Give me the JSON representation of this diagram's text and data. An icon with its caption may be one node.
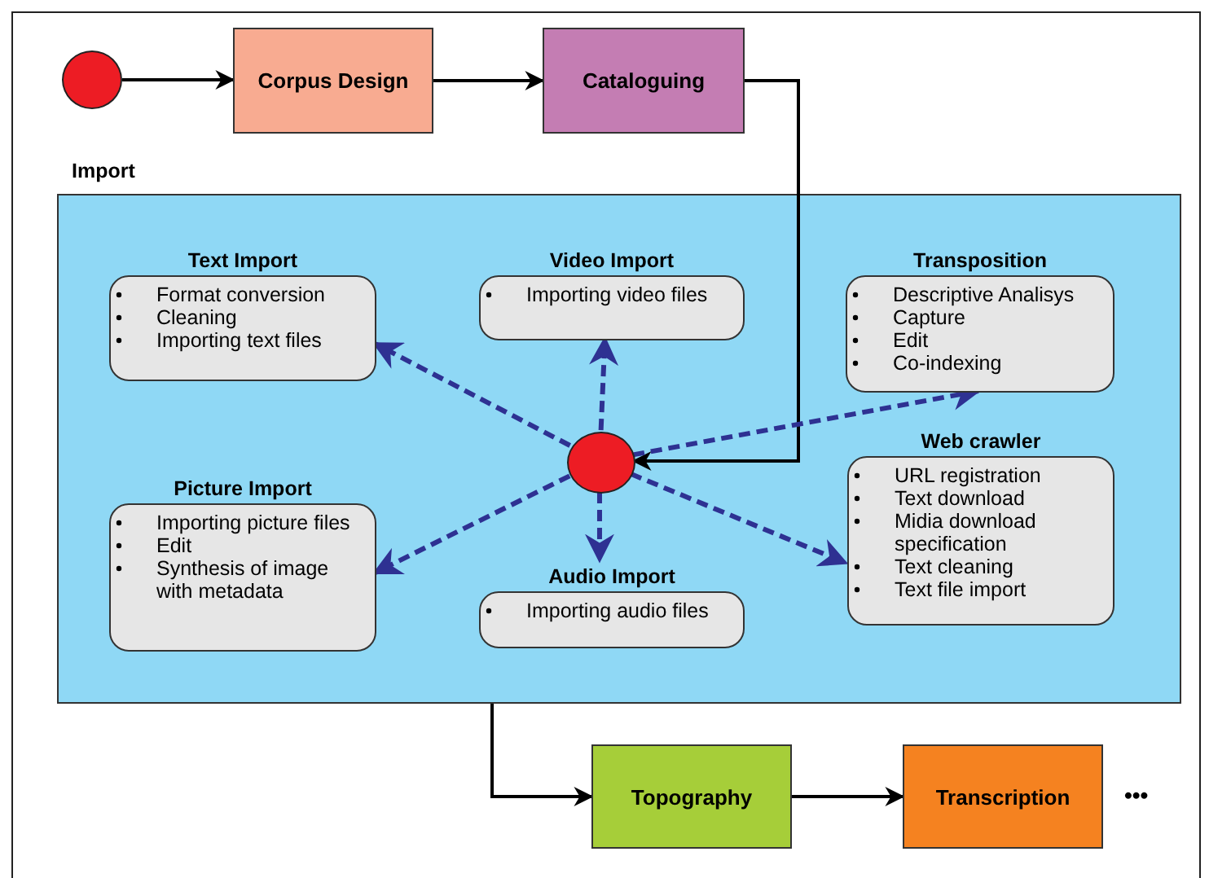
{
  "diagram": {
    "nodes": [
      {
        "text": [],
        "shape": "circle"
      },
      {
        "text": [
          "Corpus Design"
        ]
      },
      {
        "text": [
          "Cataloguing"
        ]
      },
      {
        "text": [
          "Import"
        ]
      },
      {
        "text": [],
        "shape": "circle",
        "in": 3
      },
      {
        "text": [
          "Text Import",
          "Format conversion",
          "Cleaning",
          "Importing text files"
        ],
        "in": 3
      },
      {
        "text": [
          "Video Import",
          "Importing video files"
        ],
        "in": 3
      },
      {
        "text": [
          "Transposition",
          "Descriptive Analisys",
          "Capture",
          "Edit",
          "Co-indexing"
        ],
        "in": 3
      },
      {
        "text": [
          "Picture Import",
          "Importing picture files",
          "Edit",
          "Synthesis of image with metadata"
        ],
        "in": 3
      },
      {
        "text": [
          "Audio Import",
          "Importing audio files"
        ],
        "in": 3
      },
      {
        "text": [
          "Web crawler",
          "URL registration",
          "Text download",
          "Midia download specification",
          "Text cleaning",
          "Text file import"
        ],
        "in": 3
      },
      {
        "text": [
          "Topography"
        ]
      },
      {
        "text": [
          "Transcription"
        ]
      }
    ],
    "edges": [
      {
        "from": 0,
        "to": 1,
        "arrow": "to",
        "color": "#000000"
      },
      {
        "from": 1,
        "to": 2,
        "arrow": "to",
        "color": "#000000"
      },
      {
        "from": 2,
        "to": 4,
        "arrow": "to",
        "color": "#000000"
      },
      {
        "from": 4,
        "to": 5,
        "arrow": "to",
        "style": "dashed"
      },
      {
        "from": 4,
        "to": 6,
        "arrow": "to",
        "style": "dashed"
      },
      {
        "from": 4,
        "to": 7,
        "arrow": "to",
        "style": "dashed"
      },
      {
        "from": 4,
        "to": 8,
        "arrow": "to",
        "style": "dashed"
      },
      {
        "from": 4,
        "to": 9,
        "arrow": "to",
        "style": "dashed"
      },
      {
        "from": 4,
        "to": 10,
        "arrow": "to",
        "style": "dashed"
      },
      {
        "from": 3,
        "to": 11,
        "arrow": "to",
        "color": "#000000"
      },
      {
        "from": 11,
        "to": 12,
        "arrow": "to",
        "color": "#000000"
      }
    ],
    "labels": [
      "•••"
    ]
  }
}
